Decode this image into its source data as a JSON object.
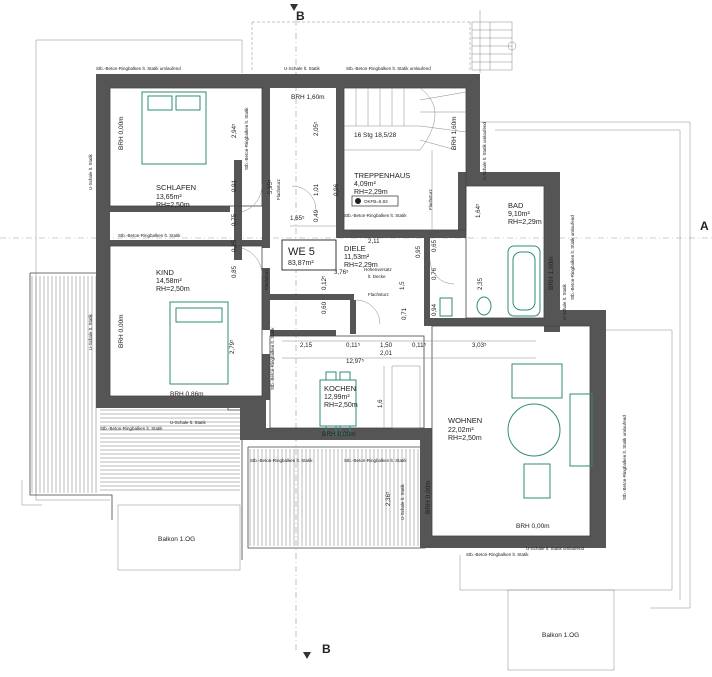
{
  "plan": {
    "unit": {
      "name": "WE 5",
      "area": "83,87m²"
    },
    "section_marker": "B",
    "grid_marker": "A",
    "rooms": [
      {
        "key": "schlafen",
        "name": "SCHLAFEN",
        "area": "13,65m²",
        "height": "RH=2,50m"
      },
      {
        "key": "kind",
        "name": "KIND",
        "area": "14,58m²",
        "height": "RH=2,50m"
      },
      {
        "key": "treppenhaus",
        "name": "TREPPENHAUS",
        "area": "4,09m²",
        "height": "RH=2,29m"
      },
      {
        "key": "diele",
        "name": "DIELE",
        "area": "11,53m²",
        "height": "RH=2,29m"
      },
      {
        "key": "bad",
        "name": "BAD",
        "area": "9,10m²",
        "height": "RH=2,29m"
      },
      {
        "key": "kochen",
        "name": "KOCHEN",
        "area": "12,99m²",
        "height": "RH=2,50m"
      },
      {
        "key": "wohnen",
        "name": "WOHNEN",
        "area": "22,02m²",
        "height": "RH=2,50m"
      }
    ],
    "balconies": [
      "Balkon 1.OG",
      "Balkon 1.OG"
    ],
    "stair": {
      "label": "16 Stg 18,5/28",
      "okfb": "OKFB=5,93"
    },
    "annotations": {
      "ringbalken": "Stb.-Beton-Ringbalken lt. Statik umlaufend",
      "ringbalken_short": "Stb.-Beton-Ringbalken lt. Statik",
      "uschale": "U-Schale lt. Statik",
      "uschale_long": "U-Schale lt. Statik umlaufend",
      "flachsturz": "Flachsturz",
      "hoehenversatz": "Höhenversatz",
      "hoehenversatz_2": "lt. Decke"
    },
    "brh": [
      {
        "key": "schlafen",
        "text": "BRH 0,00m"
      },
      {
        "key": "treppe",
        "text": "BRH 1,60m"
      },
      {
        "key": "treppe_r",
        "text": "BRH 1,60m"
      },
      {
        "key": "kind_l",
        "text": "BRH 0,00m"
      },
      {
        "key": "kind_b",
        "text": "BRH 0,86m"
      },
      {
        "key": "bad",
        "text": "BRH 1,60m"
      },
      {
        "key": "kochen",
        "text": "BRH 0,00m"
      },
      {
        "key": "wohnen_b",
        "text": "BRH 0,00m"
      },
      {
        "key": "wohnen_l",
        "text": "BRH 0,00m"
      }
    ],
    "dimensions": [
      {
        "key": "d294",
        "text": "2,94⁵"
      },
      {
        "key": "d205",
        "text": "2,05⁵"
      },
      {
        "key": "d091",
        "text": "0,91"
      },
      {
        "key": "d101",
        "text": "1,01"
      },
      {
        "key": "d595",
        "text": "5,95⁵"
      },
      {
        "key": "d096",
        "text": "0,96"
      },
      {
        "key": "d049",
        "text": "0,49"
      },
      {
        "key": "d165",
        "text": "1,65⁵"
      },
      {
        "key": "d075",
        "text": "0,75"
      },
      {
        "key": "d025",
        "text": "0,25"
      },
      {
        "key": "d085",
        "text": "0,85"
      },
      {
        "key": "d211",
        "text": "2,11"
      },
      {
        "key": "d095",
        "text": "0,95"
      },
      {
        "key": "d376",
        "text": "3,76⁵"
      },
      {
        "key": "d012",
        "text": "0,12⁵"
      },
      {
        "key": "d060",
        "text": "0,60"
      },
      {
        "key": "d065",
        "text": "0,65"
      },
      {
        "key": "d076",
        "text": "0,76"
      },
      {
        "key": "d015",
        "text": "1,5"
      },
      {
        "key": "d071",
        "text": "0,71"
      },
      {
        "key": "d094",
        "text": "0,94"
      },
      {
        "key": "d235",
        "text": "2,35"
      },
      {
        "key": "d164",
        "text": "1,64⁵"
      },
      {
        "key": "d279",
        "text": "2,79⁵"
      },
      {
        "key": "d215",
        "text": "2,15"
      },
      {
        "key": "d011a",
        "text": "0,11⁵"
      },
      {
        "key": "d150",
        "text": "1,50"
      },
      {
        "key": "d011b",
        "text": "0,11⁵"
      },
      {
        "key": "d303",
        "text": "3,03⁵"
      },
      {
        "key": "d201",
        "text": "2,01"
      },
      {
        "key": "d1297",
        "text": "12,97⁵"
      },
      {
        "key": "d16",
        "text": "1,6"
      },
      {
        "key": "d236",
        "text": "2,36⁵"
      }
    ]
  }
}
